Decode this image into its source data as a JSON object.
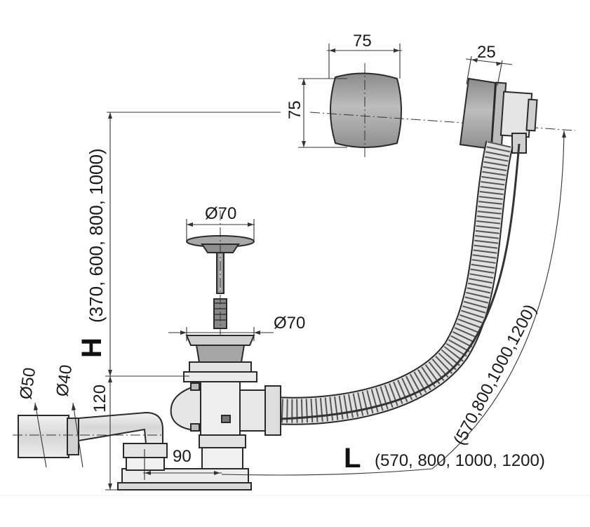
{
  "labels": {
    "d75_width": "75",
    "d75_height": "75",
    "d25": "25",
    "d70_top": "Ø70",
    "d70_mid": "Ø70",
    "d50": "Ø50",
    "d40": "Ø40",
    "d120": "120",
    "d90": "90",
    "h_letter": "H",
    "h_values": "(370, 600, 800, 1000)",
    "l_letter": "L",
    "l_values": "(570, 800, 1000, 1200)",
    "l_curve_values": "(570,800,1000,1200)"
  },
  "colors": {
    "metal": "#9a9a9a",
    "metal_light": "#c8c8c8",
    "plastic": "#e6e6e6",
    "hose": "#d9d9d9",
    "line": "#2a2a2a"
  }
}
